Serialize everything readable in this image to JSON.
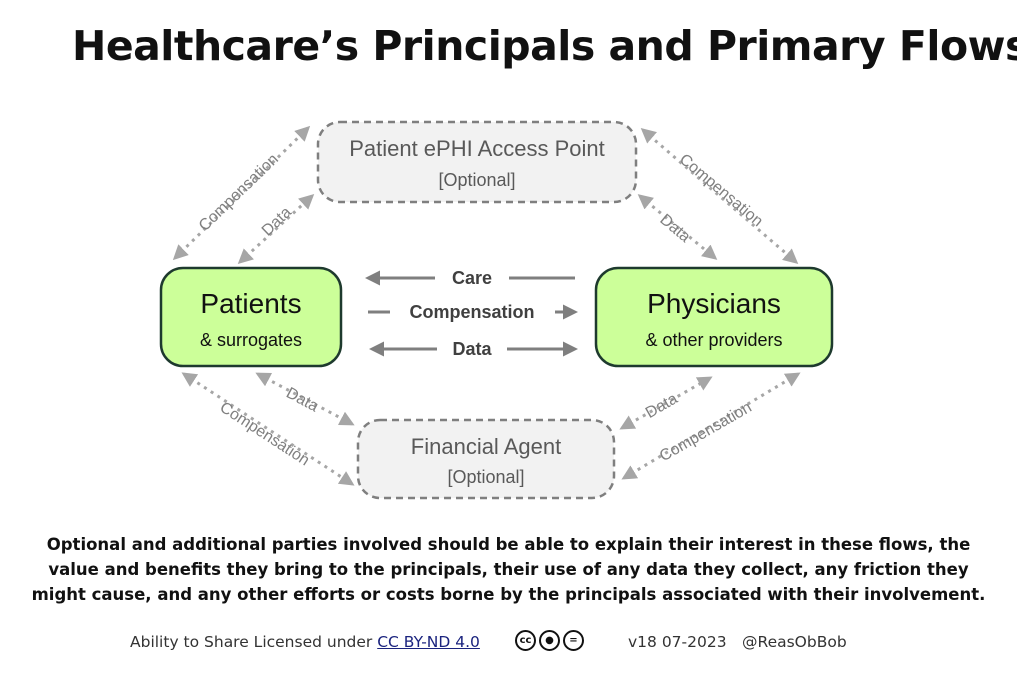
{
  "title": "Healthcare’s Principals and Primary Flows",
  "nodes": {
    "patients": {
      "name": "Patients",
      "sub": "& surrogates"
    },
    "physicians": {
      "name": "Physicians",
      "sub": "& other providers"
    },
    "access_point": {
      "name": "Patient ePHI Access Point",
      "sub": "[Optional]"
    },
    "financial_agent": {
      "name": "Financial Agent",
      "sub": "[Optional]"
    }
  },
  "flows": {
    "care": "Care",
    "compensation": "Compensation",
    "data": "Data"
  },
  "colors": {
    "principal_fill": "#ccff99",
    "principal_border": "#1e3a2e",
    "optional_fill": "#f2f2f2",
    "optional_border": "#7f7f7f",
    "solid_arrow": "#7f7f7f",
    "dashed_arrow": "#a6a6a6"
  },
  "note": "Optional and additional parties involved should be able to explain their interest in these flows, the value and benefits they bring to the principals, their use of any data they collect, any friction they might cause, and any other efforts or costs borne by the principals associated with their involvement.",
  "footer": {
    "license_prefix": "Ability to Share Licensed under",
    "license_link": "CC BY-ND 4.0",
    "version": "v18 07-2023",
    "handle": "@ReasObBob"
  },
  "icons": [
    "cc-icon",
    "attribution-icon",
    "no-derivatives-icon"
  ]
}
